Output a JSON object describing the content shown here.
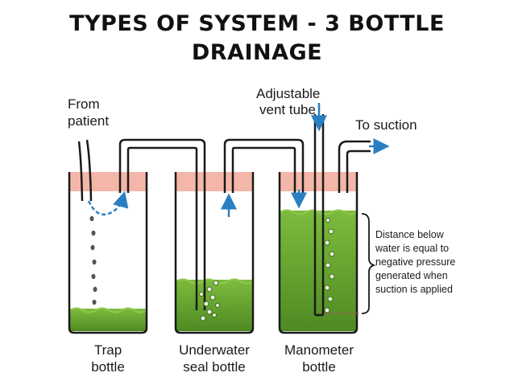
{
  "slide": {
    "title_line1": "TYPES OF SYSTEM - 3 BOTTLE",
    "title_line2": "DRAINAGE"
  },
  "diagram": {
    "labels": {
      "from_patient_1": "From",
      "from_patient_2": "patient",
      "vent_tube_1": "Adjustable",
      "vent_tube_2": "vent tube",
      "to_suction": "To suction",
      "trap_1": "Trap",
      "trap_2": "bottle",
      "underwater_1": "Underwater",
      "underwater_2": "seal bottle",
      "manometer_1": "Manometer",
      "manometer_2": "bottle"
    },
    "note_lines": [
      "Distance below",
      "water is equal to",
      "negative pressure",
      "generated when",
      "suction is applied"
    ],
    "colors": {
      "liquid": "#6aa532",
      "stopper": "#f4b6a8",
      "arrow": "#2a7fc1"
    }
  }
}
